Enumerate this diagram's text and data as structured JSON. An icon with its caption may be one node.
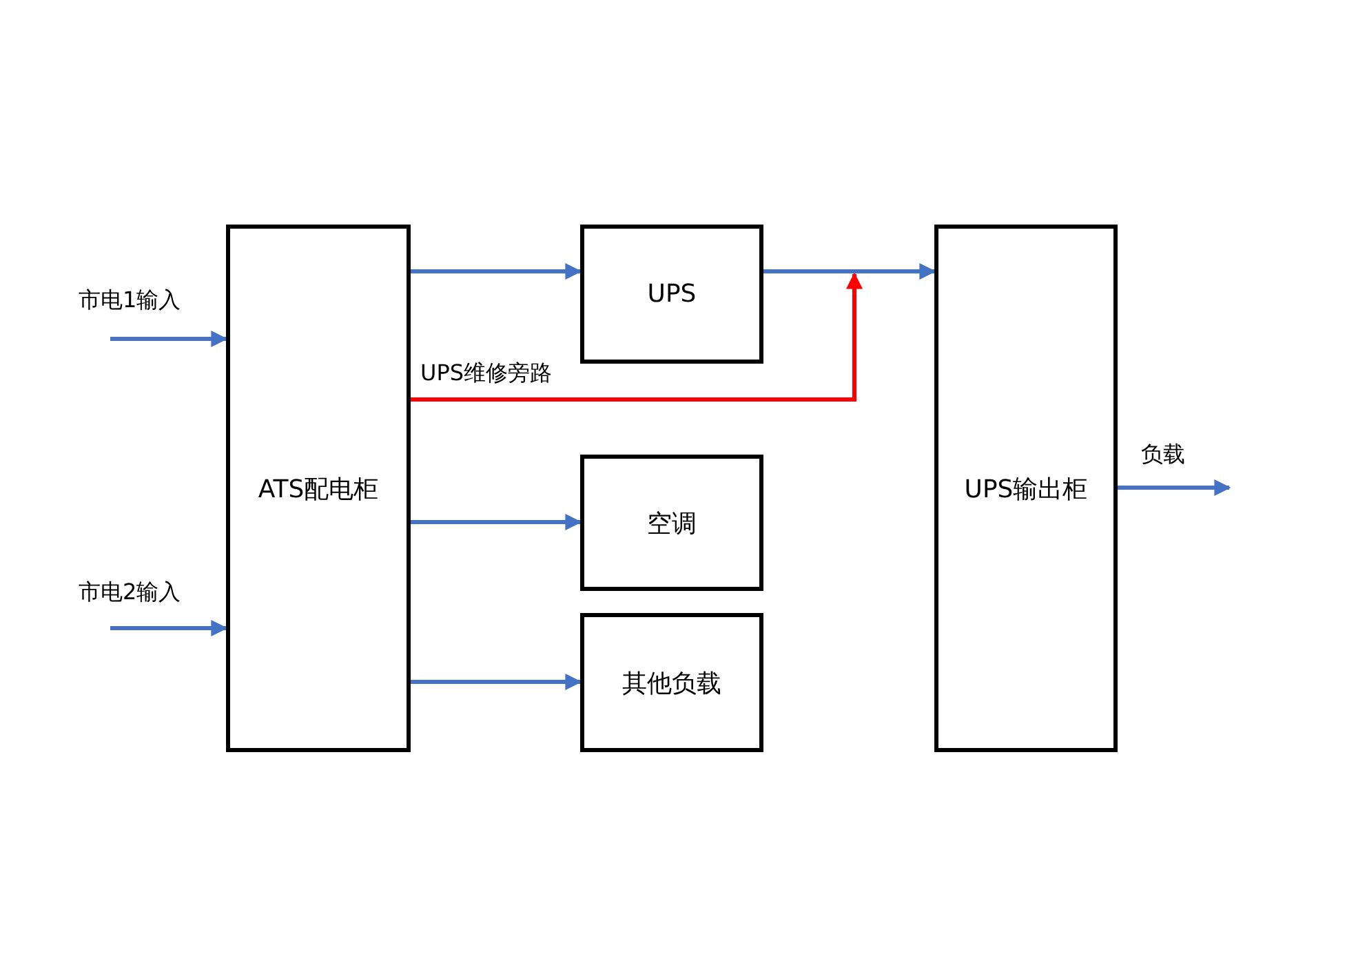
{
  "diagram": {
    "nodes": [
      {
        "text": [
          "ATS配电柜"
        ]
      },
      {
        "text": [
          "UPS"
        ]
      },
      {
        "text": [
          "空调"
        ]
      },
      {
        "text": [
          "其他负载"
        ]
      },
      {
        "text": [
          "UPS输出柜"
        ]
      }
    ],
    "edges": [
      {
        "from": null,
        "to": 0,
        "arrow": "to",
        "label": "市电1输入"
      },
      {
        "from": null,
        "to": 0,
        "arrow": "to",
        "label": "市电2输入"
      },
      {
        "from": 0,
        "to": 1,
        "arrow": "to"
      },
      {
        "from": 1,
        "to": 4,
        "arrow": "to"
      },
      {
        "from": 0,
        "to": 4,
        "arrow": "to",
        "label": "UPS维修旁路",
        "color": "#ff0000"
      },
      {
        "from": 0,
        "to": 2,
        "arrow": "to"
      },
      {
        "from": 0,
        "to": 3,
        "arrow": "to"
      },
      {
        "from": 4,
        "to": null,
        "arrow": "to",
        "label": "负载"
      }
    ]
  }
}
